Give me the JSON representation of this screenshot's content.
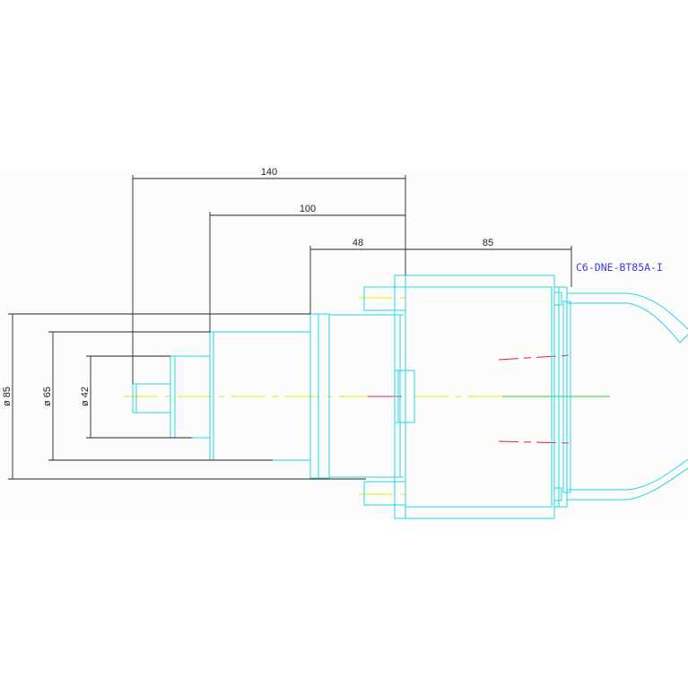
{
  "drawing": {
    "part_label": "C6-DNE-BT85A-I",
    "horizontal_dims": [
      "140",
      "100",
      "48",
      "85"
    ],
    "vertical_dims": [
      "ø 85",
      "ø 65",
      "ø 42"
    ]
  },
  "colors": {
    "outline": "#22d6e6",
    "dimension": "#222222",
    "centerline": "#e8e41c",
    "hidden_line": "#e0203a",
    "label": "#3b3bf0"
  }
}
